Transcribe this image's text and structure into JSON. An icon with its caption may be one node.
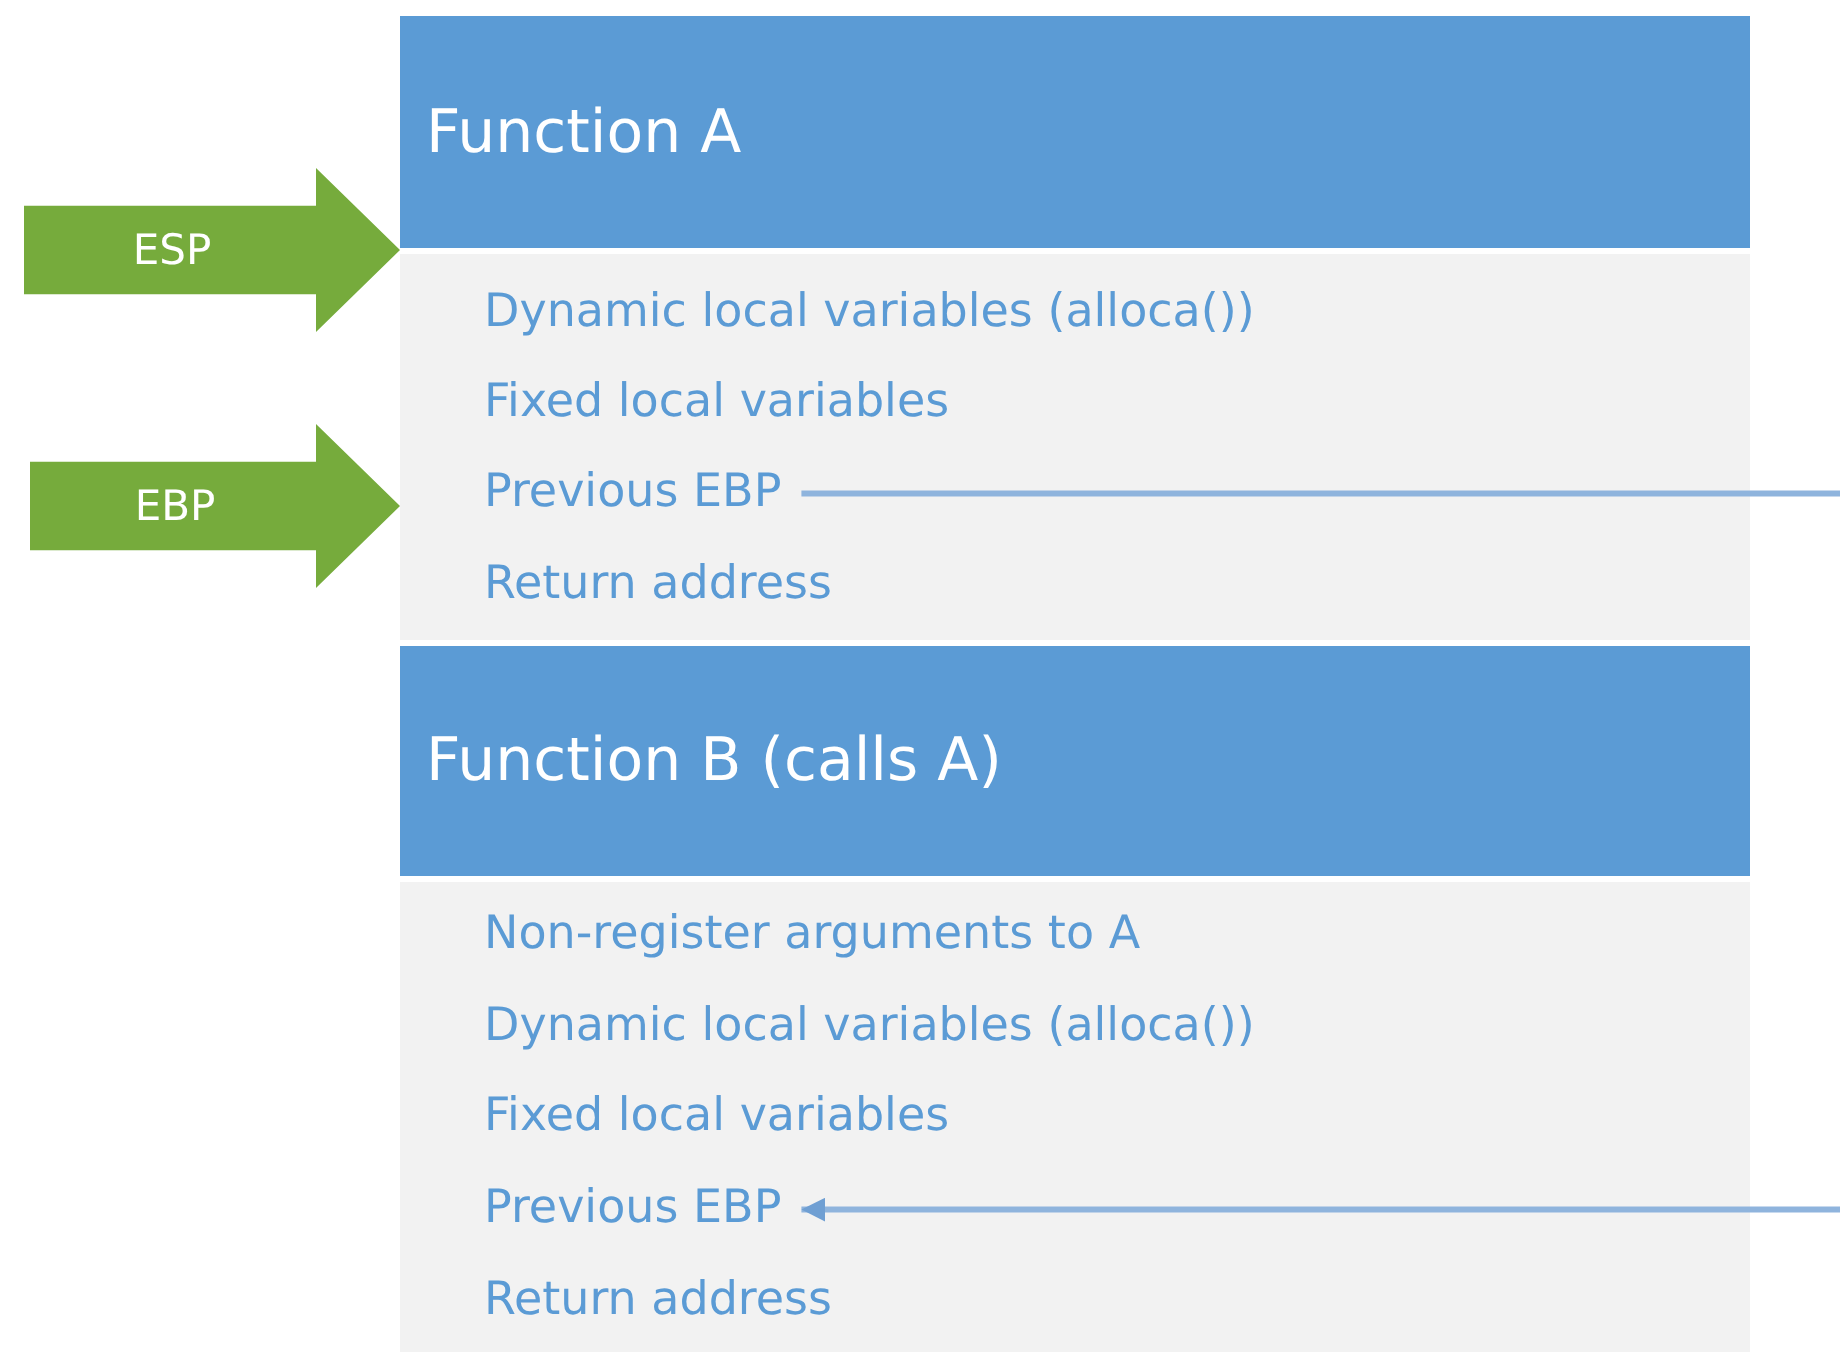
{
  "diagram": {
    "nodes": [
      {
        "text": [
          "Function A"
        ]
      },
      {
        "text": [
          "ESP"
        ]
      },
      {
        "text": [
          "EBP"
        ]
      },
      {
        "text": [],
        "shape": "box"
      },
      {
        "text": [
          "Dynamic local variables (alloca())"
        ],
        "in": 3
      },
      {
        "text": [
          "Fixed local variables"
        ],
        "in": 3
      },
      {
        "text": [
          "Previous EBP"
        ],
        "in": 3
      },
      {
        "text": [
          "Return address"
        ],
        "in": 3
      },
      {
        "text": [
          "Function B (calls A)"
        ]
      },
      {
        "text": [],
        "shape": "box"
      },
      {
        "text": [
          "Non-register arguments to A"
        ],
        "in": 9
      },
      {
        "text": [
          "Dynamic local variables (alloca())"
        ],
        "in": 9
      },
      {
        "text": [
          "Fixed local variables"
        ],
        "in": 9
      },
      {
        "text": [
          "Previous EBP"
        ],
        "in": 9
      },
      {
        "text": [
          "Return address"
        ],
        "in": 9
      }
    ],
    "edges": [
      {
        "from": 6,
        "to": 13,
        "arrow": "to"
      }
    ]
  }
}
